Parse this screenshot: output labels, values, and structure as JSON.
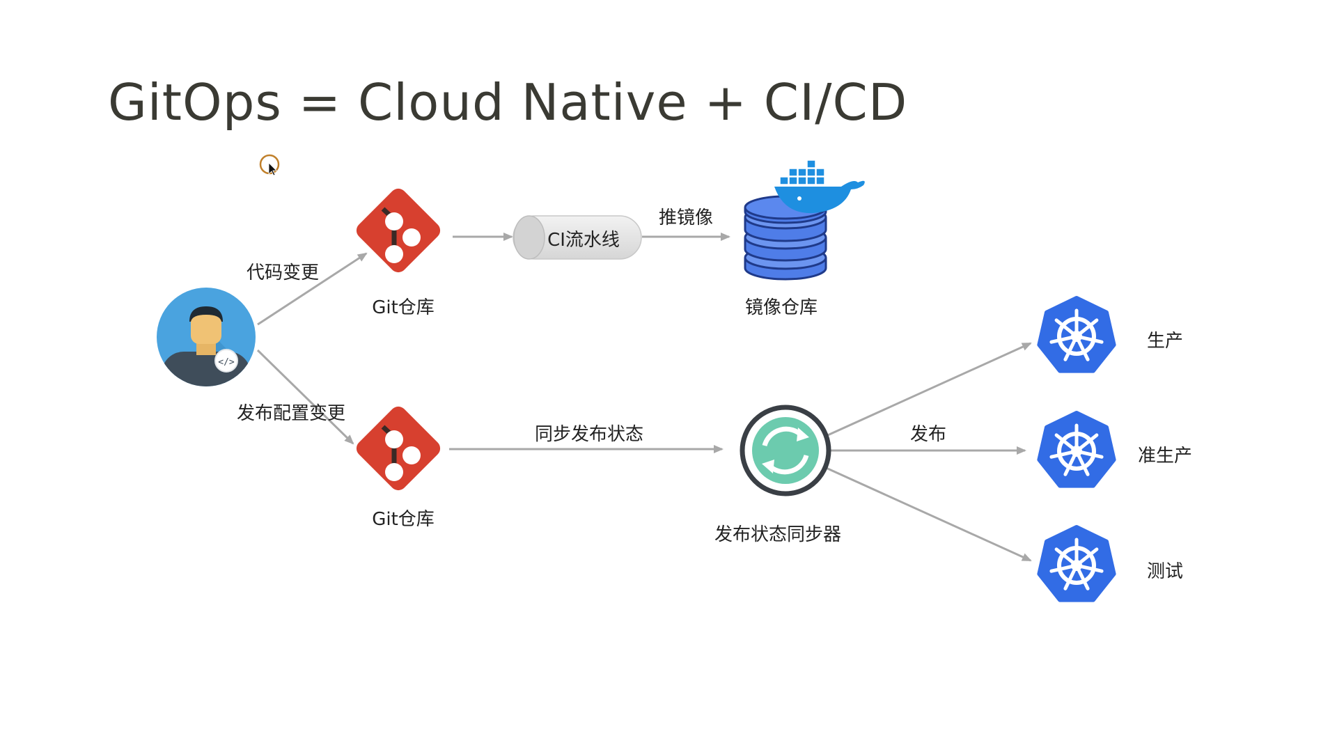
{
  "slide": {
    "title": "GitOps = Cloud Native + CI/CD"
  },
  "nodes": {
    "git_repo_top": "Git仓库",
    "ci_pipeline": "CI流水线",
    "image_registry": "镜像仓库",
    "git_repo_bottom": "Git仓库",
    "release_syncer": "发布状态同步器",
    "env_production": "生产",
    "env_preproduction": "准生产",
    "env_test": "测试"
  },
  "edges": {
    "code_change": "代码变更",
    "release_config_change": "发布配置变更",
    "push_image": "推镜像",
    "sync_release_state": "同步发布状态",
    "release": "发布"
  },
  "icons": {
    "developer": "developer-avatar-icon",
    "git": "git-logo-icon",
    "docker": "docker-whale-icon",
    "database": "database-stack-icon",
    "sync": "sync-icon",
    "kubernetes": "kubernetes-icon",
    "cursor": "mouse-cursor-icon"
  },
  "colors": {
    "title": "#3a3a33",
    "git_red": "#d7402f",
    "avatar_bg": "#4aa3df",
    "db_blue": "#4f7de8",
    "docker_blue": "#1e8fe0",
    "k8s_blue": "#326ce5",
    "sync_teal": "#6ccbae",
    "sync_ring": "#3a3f45",
    "arrow_gray": "#a8a8a8",
    "cursor_ring": "#c0802b"
  }
}
